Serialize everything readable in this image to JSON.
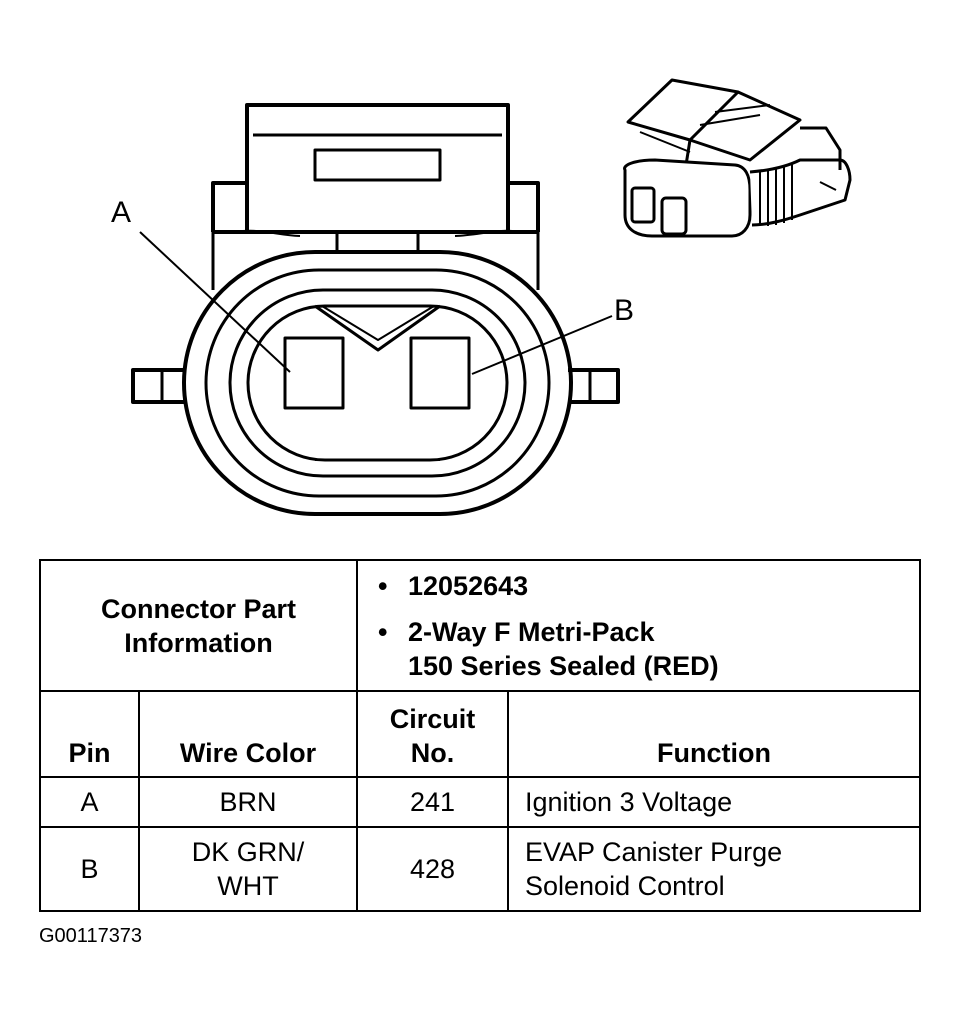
{
  "pins": {
    "a_label": "A",
    "b_label": "B"
  },
  "connector_info": {
    "header": [
      "Connector Part",
      "Information"
    ],
    "part_number": "12052643",
    "description": [
      "2-Way F Metri-Pack",
      "150 Series Sealed (RED)"
    ],
    "bullet": "•"
  },
  "columns": {
    "pin": "Pin",
    "wire_color": "Wire Color",
    "circuit": [
      "Circuit",
      "No."
    ],
    "function": "Function"
  },
  "rows": [
    {
      "pin": "A",
      "wire_color": [
        "BRN"
      ],
      "circuit": "241",
      "function": [
        "Ignition 3 Voltage"
      ]
    },
    {
      "pin": "B",
      "wire_color": [
        "DK GRN/",
        "WHT"
      ],
      "circuit": "428",
      "function": [
        "EVAP Canister Purge",
        "Solenoid Control"
      ]
    }
  ],
  "figure_id": "G00117373"
}
